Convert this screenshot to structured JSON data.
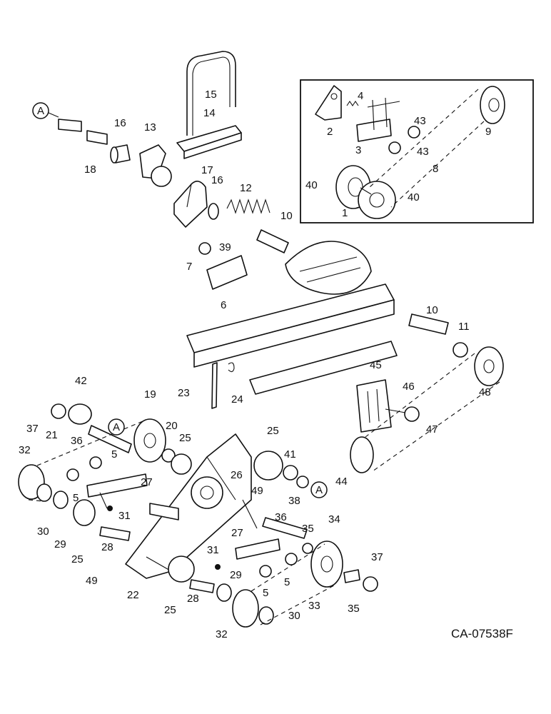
{
  "drawing_code": "CA-07538F",
  "callout_letter": "A",
  "part_numbers": {
    "p1": "1",
    "p2": "2",
    "p3": "3",
    "p4": "4",
    "p5": "5",
    "p6": "6",
    "p7": "7",
    "p8": "8",
    "p9": "9",
    "p10": "10",
    "p11": "11",
    "p12": "12",
    "p13": "13",
    "p14": "14",
    "p15": "15",
    "p16": "16",
    "p17": "17",
    "p18": "18",
    "p19": "19",
    "p20": "20",
    "p21": "21",
    "p22": "22",
    "p23": "23",
    "p24": "24",
    "p25": "25",
    "p26": "26",
    "p27": "27",
    "p28": "28",
    "p29": "29",
    "p30": "30",
    "p31": "31",
    "p32": "32",
    "p33": "33",
    "p34": "34",
    "p35": "35",
    "p36": "36",
    "p37": "37",
    "p38": "38",
    "p39": "39",
    "p40": "40",
    "p41": "41",
    "p42": "42",
    "p43": "43",
    "p44": "44",
    "p45": "45",
    "p46": "46",
    "p47": "47",
    "p48": "48",
    "p49": "49"
  }
}
